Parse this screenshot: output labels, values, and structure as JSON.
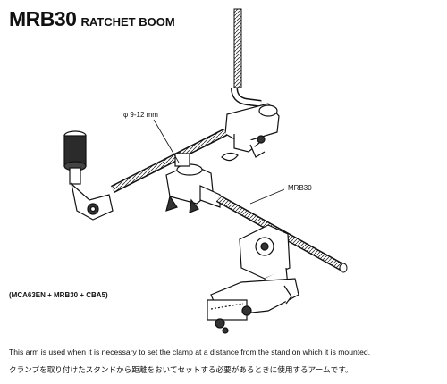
{
  "header": {
    "model": "MRB30",
    "subtitle": "RATCHET BOOM"
  },
  "callouts": {
    "diameter": "φ 9-12 mm",
    "part_label": "MRB30"
  },
  "combo_label": "(MCA63EN + MRB30 + CBA5)",
  "captions": {
    "english": "This arm is used when it is necessary to set the clamp at a distance from the stand on which it is mounted.",
    "japanese": "クランプを取り付けたスタンドから距離をおいてセットする必要があるときに使用するアームです。"
  }
}
